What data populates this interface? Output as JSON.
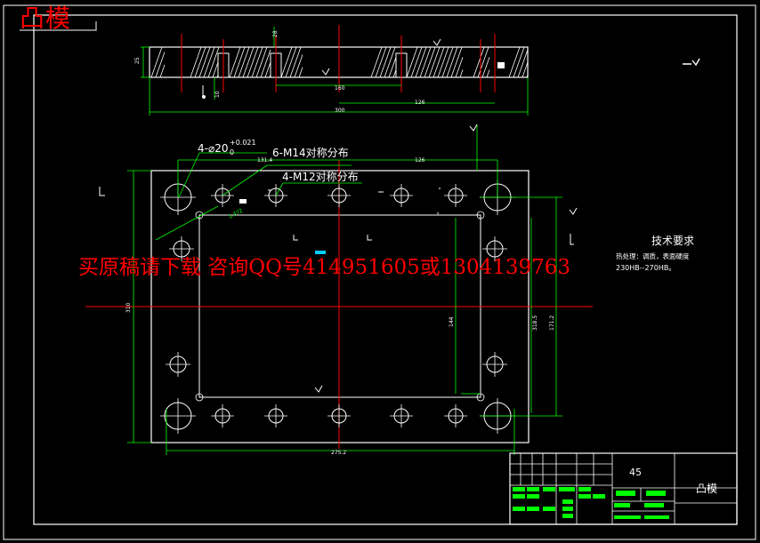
{
  "overlay_title": "凸模",
  "watermark": "买原稿请下载 咨询QQ号414951605或1304139763",
  "colors": {
    "background": "#000000",
    "outline": "#ffffff",
    "dimension": "#00ff00",
    "centerline": "#ff0000",
    "text": "#ffffff",
    "hatch": "#ffffff",
    "red_text": "#ff0000"
  },
  "top_view": {
    "dim_thickness": "25",
    "dim_top_small": "28",
    "dim_pin_depth": "10",
    "dim_160": "160",
    "dim_126": "126",
    "dim_300": "300"
  },
  "plan_view": {
    "label_holes_20": "4-⌀20",
    "tol_upper": "+0.021",
    "tol_lower": "0",
    "label_m14": "6-M14对称分布",
    "label_m12": "4-M12对称分布",
    "dim_top_left": "131.4",
    "dim_top_right": "126",
    "dim_diag": "1.472",
    "dim_left_height": "310",
    "dim_right_144": "144",
    "dim_right_318": "318.5",
    "dim_right_1712": "171.2",
    "dim_bottom": "275.2"
  },
  "tech_req": {
    "title": "技术要求",
    "line1": "热处理：调质，表面硬度",
    "line2": "230HB--270HB。"
  },
  "title_block": {
    "material": "45",
    "part_name": "凸模"
  }
}
